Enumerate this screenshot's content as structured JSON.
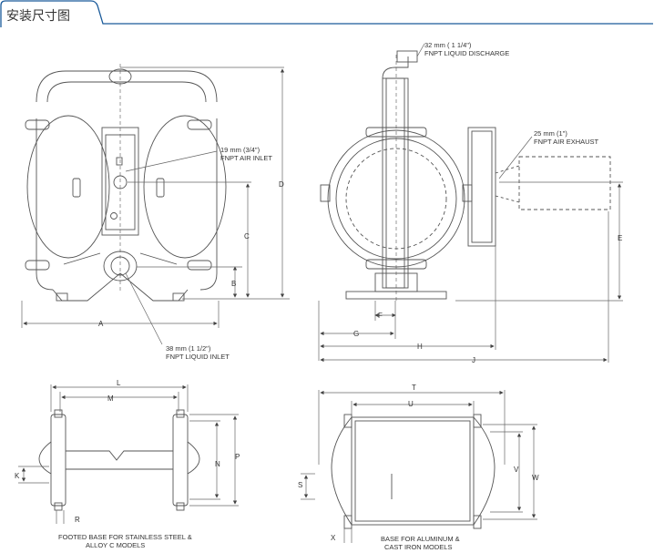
{
  "header": {
    "title": "安装尺寸图",
    "accent_color": "#1a5a9a"
  },
  "callouts": {
    "air_inlet": [
      "19 mm (3/4\")",
      "FNPT AIR INLET"
    ],
    "liquid_inlet": [
      "38 mm (1 1/2\")",
      "FNPT LIQUID INLET"
    ],
    "liquid_discharge": [
      "32 mm ( 1 1/4\")",
      "FNPT LIQUID DISCHARGE"
    ],
    "air_exhaust": [
      "25 mm (1\")",
      "FNPT AIR EXHAUST"
    ]
  },
  "dimensions": {
    "A": "A",
    "B": "B",
    "C": "C",
    "D": "D",
    "E": "E",
    "F": "F",
    "G": "G",
    "H": "H",
    "J": "J",
    "K": "K",
    "L": "L",
    "M": "M",
    "N": "N",
    "P": "P",
    "R": "R",
    "S": "S",
    "T": "T",
    "U": "U",
    "V": "V",
    "W": "W",
    "X": "X"
  },
  "captions": {
    "footed_base": [
      "FOOTED BASE FOR STAINLESS STEEL &",
      "ALLOY C MODELS"
    ],
    "base_aluminum": [
      "BASE FOR ALUMINUM &",
      "CAST IRON MODELS"
    ]
  }
}
